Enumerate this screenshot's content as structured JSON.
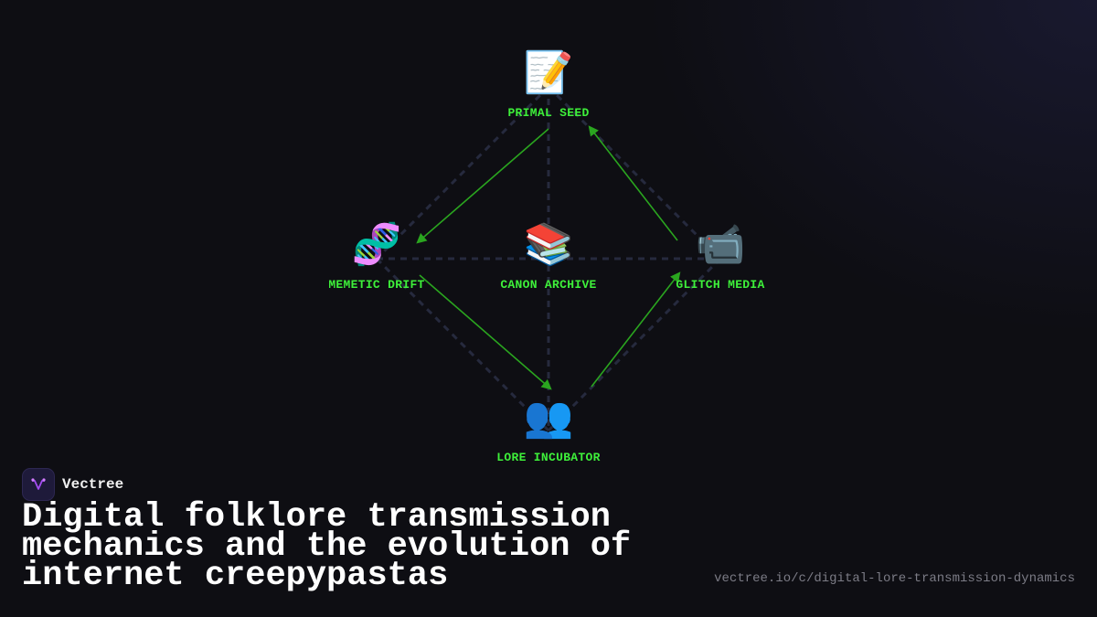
{
  "diagram": {
    "nodes": [
      {
        "id": "primal-seed",
        "icon": "memo-icon",
        "glyph": "📝",
        "label": "PRIMAL SEED"
      },
      {
        "id": "memetic-drift",
        "icon": "dna-icon",
        "glyph": "🧬",
        "label": "MEMETIC DRIFT"
      },
      {
        "id": "canon-archive",
        "icon": "books-icon",
        "glyph": "📚",
        "label": "CANON ARCHIVE"
      },
      {
        "id": "glitch-media",
        "icon": "video-camera-icon",
        "glyph": "📹",
        "label": "GLITCH MEDIA"
      },
      {
        "id": "lore-incubator",
        "icon": "people-icon",
        "glyph": "👥",
        "label": "LORE INCUBATOR"
      }
    ],
    "flows": [
      {
        "from": "primal-seed",
        "to": "memetic-drift"
      },
      {
        "from": "memetic-drift",
        "to": "lore-incubator"
      },
      {
        "from": "lore-incubator",
        "to": "glitch-media"
      },
      {
        "from": "glitch-media",
        "to": "primal-seed"
      }
    ],
    "colors": {
      "label": "#3ef03a",
      "arrow": "#2aa51f",
      "dashed": "#262a3e"
    }
  },
  "brand": {
    "name": "Vectree",
    "logo_icon": "vectree-logo-icon"
  },
  "title": {
    "lines": [
      "Digital folklore transmission",
      "mechanics and the evolution of",
      "internet creepypastas"
    ]
  },
  "url": "vectree.io/c/digital-lore-transmission-dynamics"
}
